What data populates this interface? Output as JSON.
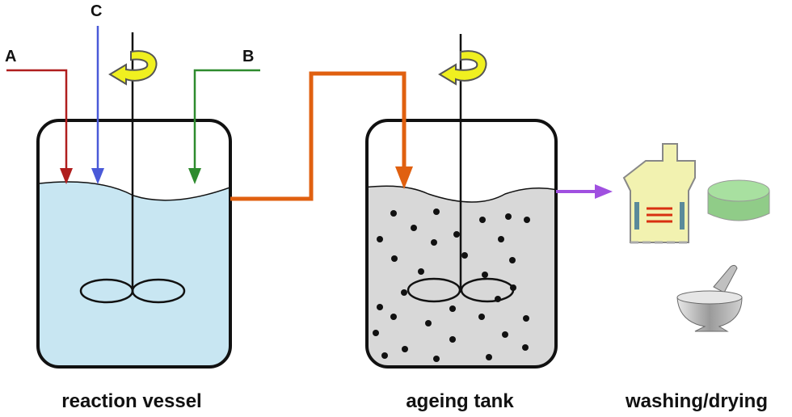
{
  "feeds": {
    "a": {
      "label": "A",
      "color": "#b01e1e"
    },
    "b": {
      "label": "B",
      "color": "#2e8b2e"
    },
    "c": {
      "label": "C",
      "color": "#4a5ad8"
    }
  },
  "vessels": {
    "reaction": {
      "caption": "reaction vessel",
      "fill": "#c8e6f2"
    },
    "ageing": {
      "caption": "ageing tank",
      "fill": "#d8d8d8"
    }
  },
  "washing": {
    "caption": "washing/drying"
  },
  "colors": {
    "transfer": "#e06010",
    "output": "#a050e0",
    "rotation": "#f0f020",
    "outline": "#111111",
    "dryer": "#f2f2b0",
    "filter_cake": "#a8e0a0",
    "heater": "#d83010",
    "mortar": "#b4b4b4"
  },
  "icons": [
    "rotation-arrow-icon",
    "drying-oven-icon",
    "filter-cake-icon",
    "mortar-pestle-icon"
  ]
}
